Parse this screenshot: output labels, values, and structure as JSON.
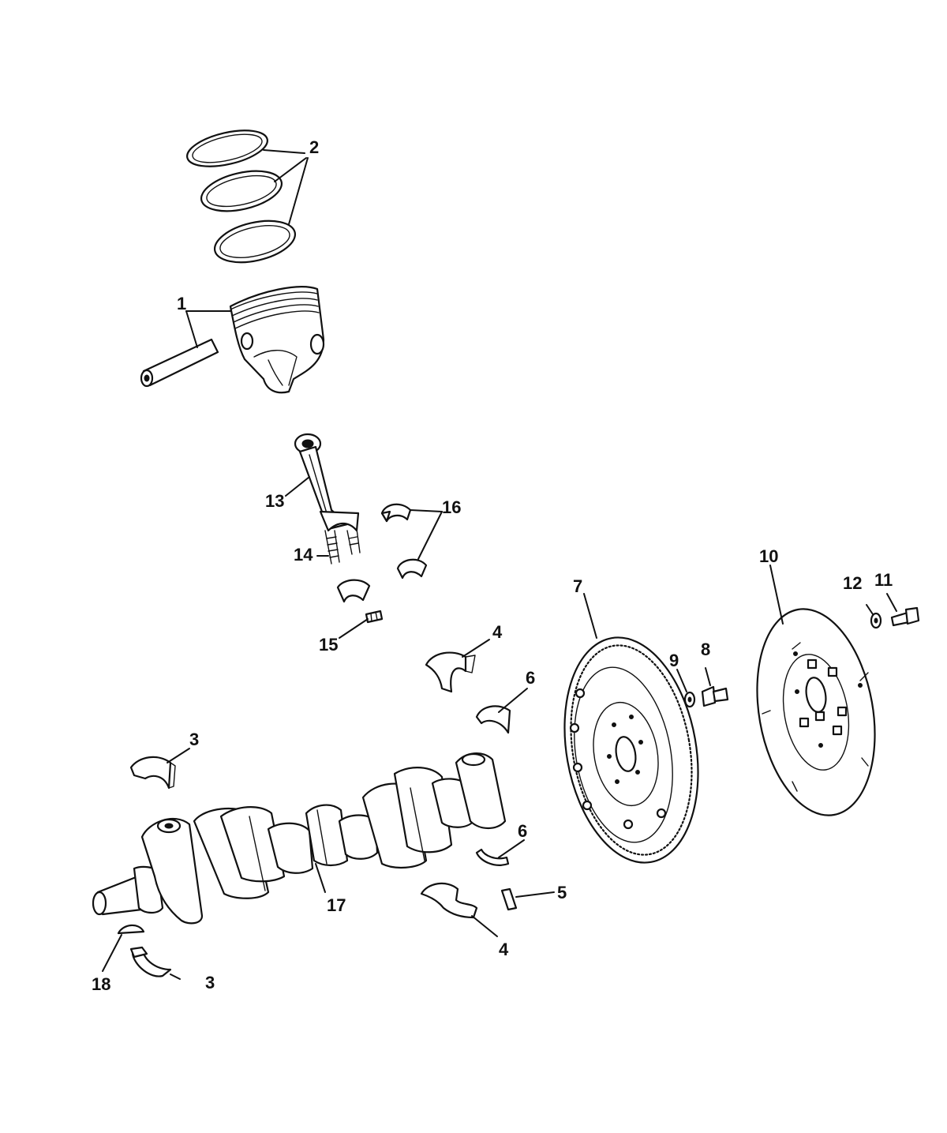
{
  "callouts": {
    "c1": "1",
    "c2": "2",
    "c3a": "3",
    "c3b": "3",
    "c4a": "4",
    "c4b": "4",
    "c5": "5",
    "c6a": "6",
    "c6b": "6",
    "c7": "7",
    "c8": "8",
    "c9": "9",
    "c10": "10",
    "c11": "11",
    "c12": "12",
    "c13": "13",
    "c14": "14",
    "c15": "15",
    "c16": "16",
    "c17": "17",
    "c18": "18"
  }
}
